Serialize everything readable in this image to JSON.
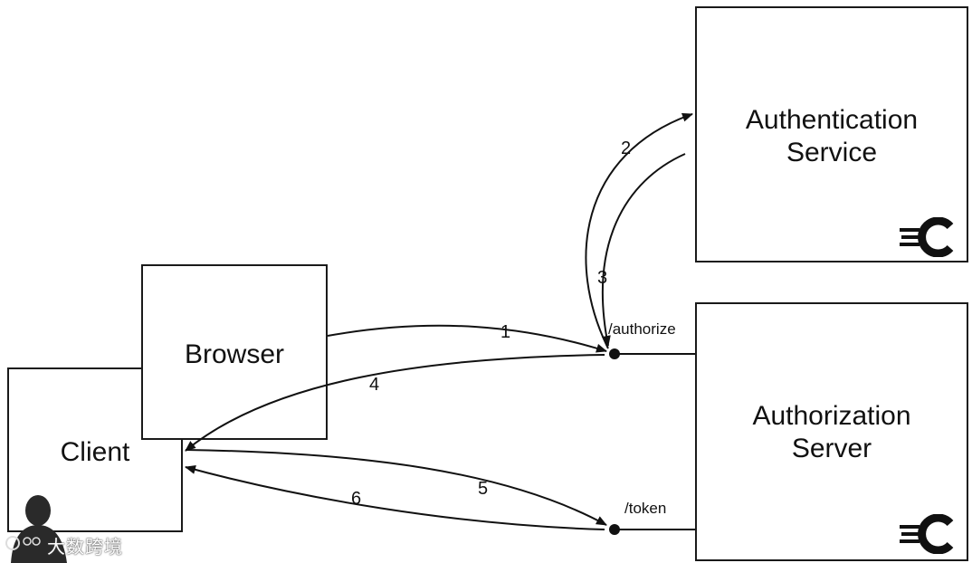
{
  "nodes": {
    "authentication_service": {
      "label": "Authentication\nService"
    },
    "authorization_server": {
      "label": "Authorization\nServer"
    },
    "browser": {
      "label": "Browser"
    },
    "client": {
      "label": "Client"
    }
  },
  "endpoints": {
    "authorize": "/authorize",
    "token": "/token"
  },
  "edges": [
    {
      "step": "1",
      "from": "Browser",
      "to": "/authorize"
    },
    {
      "step": "2",
      "from": "/authorize",
      "to": "Authentication Service"
    },
    {
      "step": "3",
      "from": "Authentication Service",
      "to": "/authorize"
    },
    {
      "step": "4",
      "from": "/authorize",
      "to": "Client"
    },
    {
      "step": "5",
      "from": "Client",
      "to": "/token"
    },
    {
      "step": "6",
      "from": "/token",
      "to": "Client"
    }
  ],
  "logos": {
    "icon": "c-logo-icon"
  },
  "watermark": {
    "text": "大数跨境",
    "icon": "person-silhouette-icon"
  }
}
